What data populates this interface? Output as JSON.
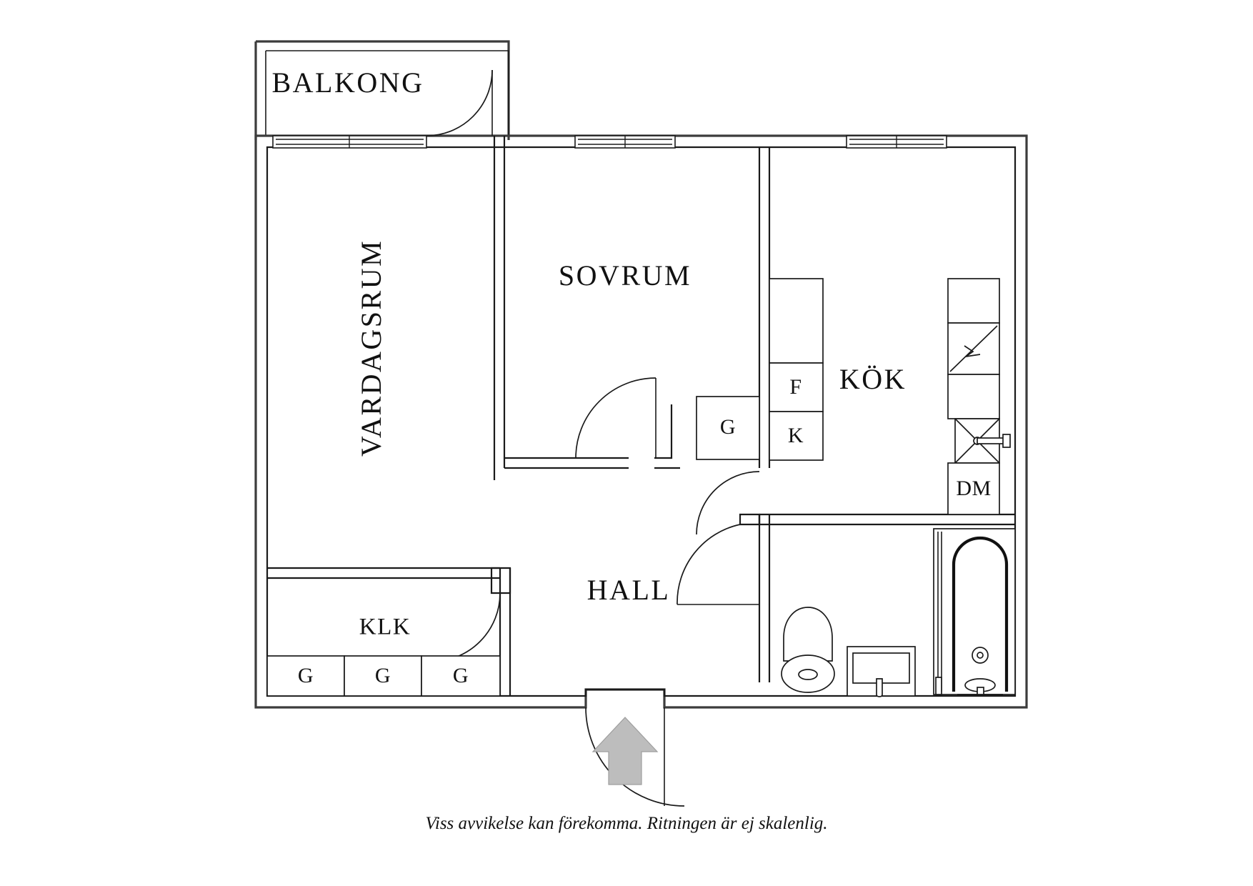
{
  "document": {
    "type": "apartment-floor-plan",
    "language": "sv",
    "caption": "Viss avvikelse kan förekomma. Ritningen är ej skalenlig.",
    "background_color": "#ffffff",
    "line_color": "#1a1a1a",
    "outer_wall_color": "#3c3c3c",
    "arrow_color": "#bdbdbd"
  },
  "rooms": {
    "balcony": {
      "label": "BALKONG"
    },
    "living_room": {
      "label": "VARDAGSRUM"
    },
    "bedroom": {
      "label": "SOVRUM"
    },
    "kitchen": {
      "label": "KÖK"
    },
    "hall": {
      "label": "HALL"
    },
    "walk_in_closet": {
      "label": "KLK"
    }
  },
  "fixtures": {
    "freezer": {
      "label": "F"
    },
    "fridge": {
      "label": "K"
    },
    "dishwasher": {
      "label": "DM"
    },
    "wardrobe_hall": {
      "label": "G"
    },
    "wardrobes_bottom": [
      {
        "label": "G"
      },
      {
        "label": "G"
      },
      {
        "label": "G"
      }
    ]
  },
  "symbols": {
    "entrance_arrow": "entrance-arrow-icon",
    "stove": "stove-icon",
    "sink": "sink-icon",
    "toilet": "toilet-icon",
    "washbasin": "washbasin-icon",
    "shower": "shower-icon",
    "shower_drain": "shower-drain-icon"
  }
}
